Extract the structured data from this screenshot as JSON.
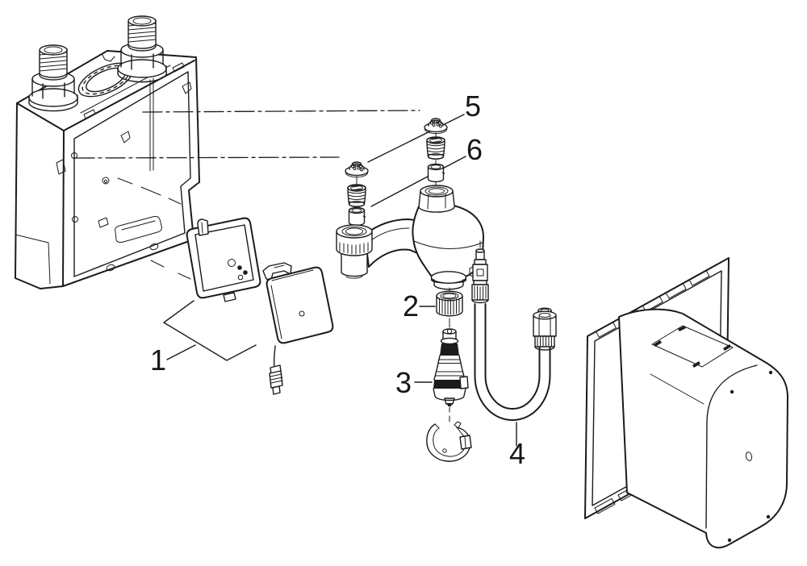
{
  "figure": {
    "type": "exploded-parts-diagram",
    "background": "#ffffff",
    "line_color": "#1b1b1b",
    "callouts": [
      {
        "label": "1"
      },
      {
        "label": "2"
      },
      {
        "label": "3"
      },
      {
        "label": "4"
      },
      {
        "label": "5"
      },
      {
        "label": "6"
      }
    ]
  }
}
